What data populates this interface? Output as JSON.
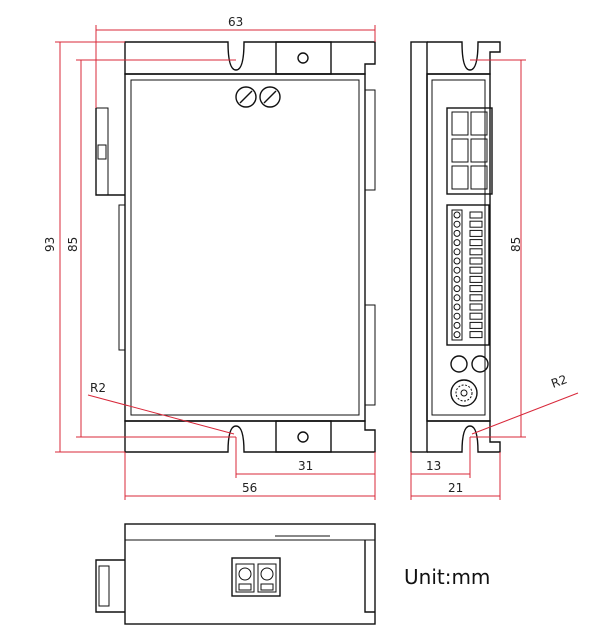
{
  "dimensions": {
    "front_overall_width": "63",
    "front_overall_height": "93",
    "front_hole_spacing": "85",
    "front_corner_radius": "R2",
    "front_body_width": "56",
    "front_hole_offset": "31",
    "side_hole_spacing": "85",
    "side_corner_radius": "R2",
    "side_hole_offset": "13",
    "side_overall_depth": "21"
  },
  "unit_label": "Unit:mm",
  "colors": {
    "dimension_line": "#d8283a",
    "outline": "#111111"
  }
}
